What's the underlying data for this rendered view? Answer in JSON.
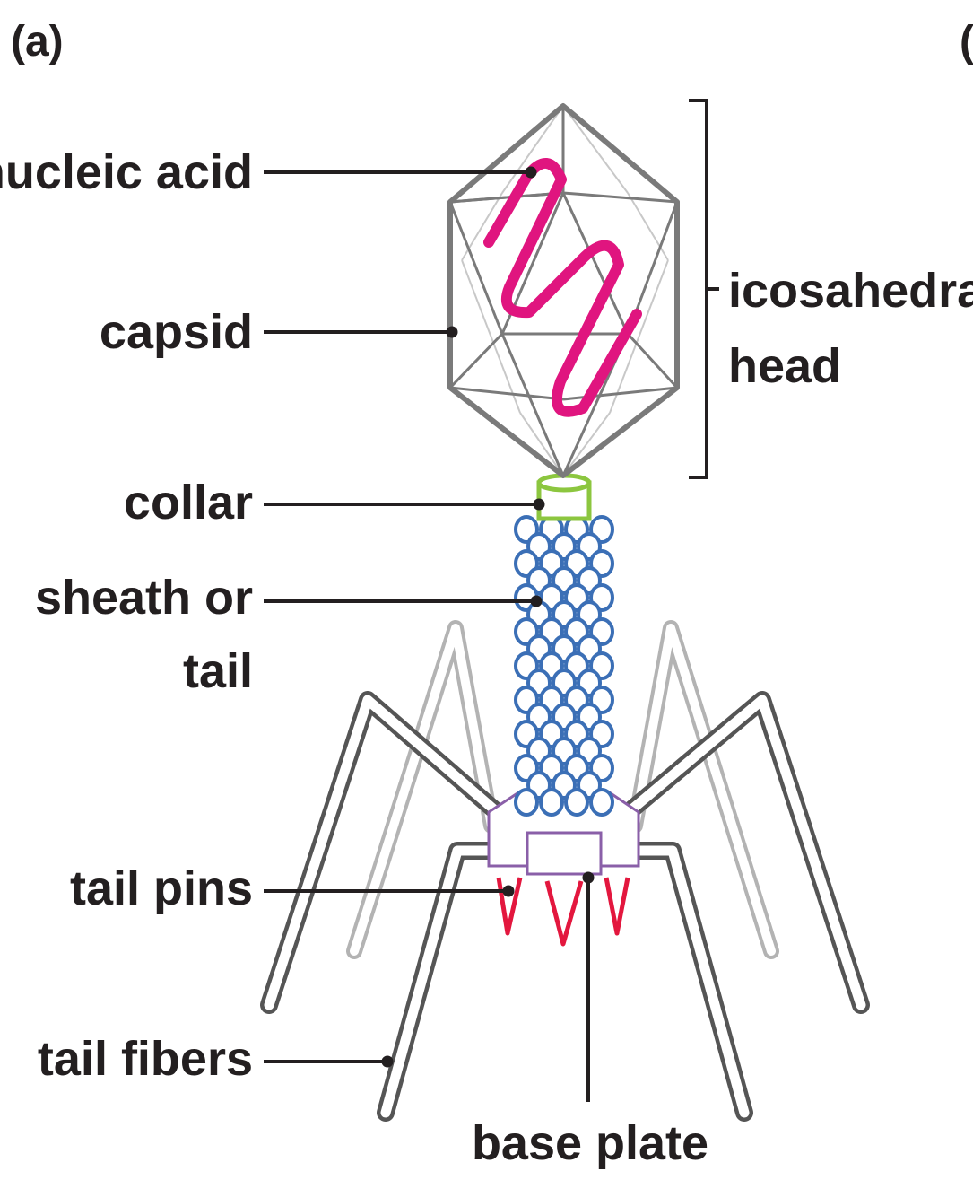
{
  "panel_label": "(a)",
  "panel_label_next": "(",
  "labels": {
    "nucleic_acid": "nucleic acid",
    "capsid": "capsid",
    "collar": "collar",
    "sheath_line1": "sheath or",
    "sheath_line2": "tail",
    "tail_pins": "tail pins",
    "tail_fibers": "tail fibers",
    "base_plate": "base plate",
    "head_line1": "icosahedral",
    "head_line2": "head"
  },
  "colors": {
    "nucleic_acid": "#e0157f",
    "capsid": "#7a7a7a",
    "collar": "#8cc63f",
    "sheath": "#3b6fb6",
    "base_plate": "#8a5fa8",
    "tail_pins": "#e3173e",
    "tail_fibers": "#555555",
    "text": "#231f20"
  }
}
